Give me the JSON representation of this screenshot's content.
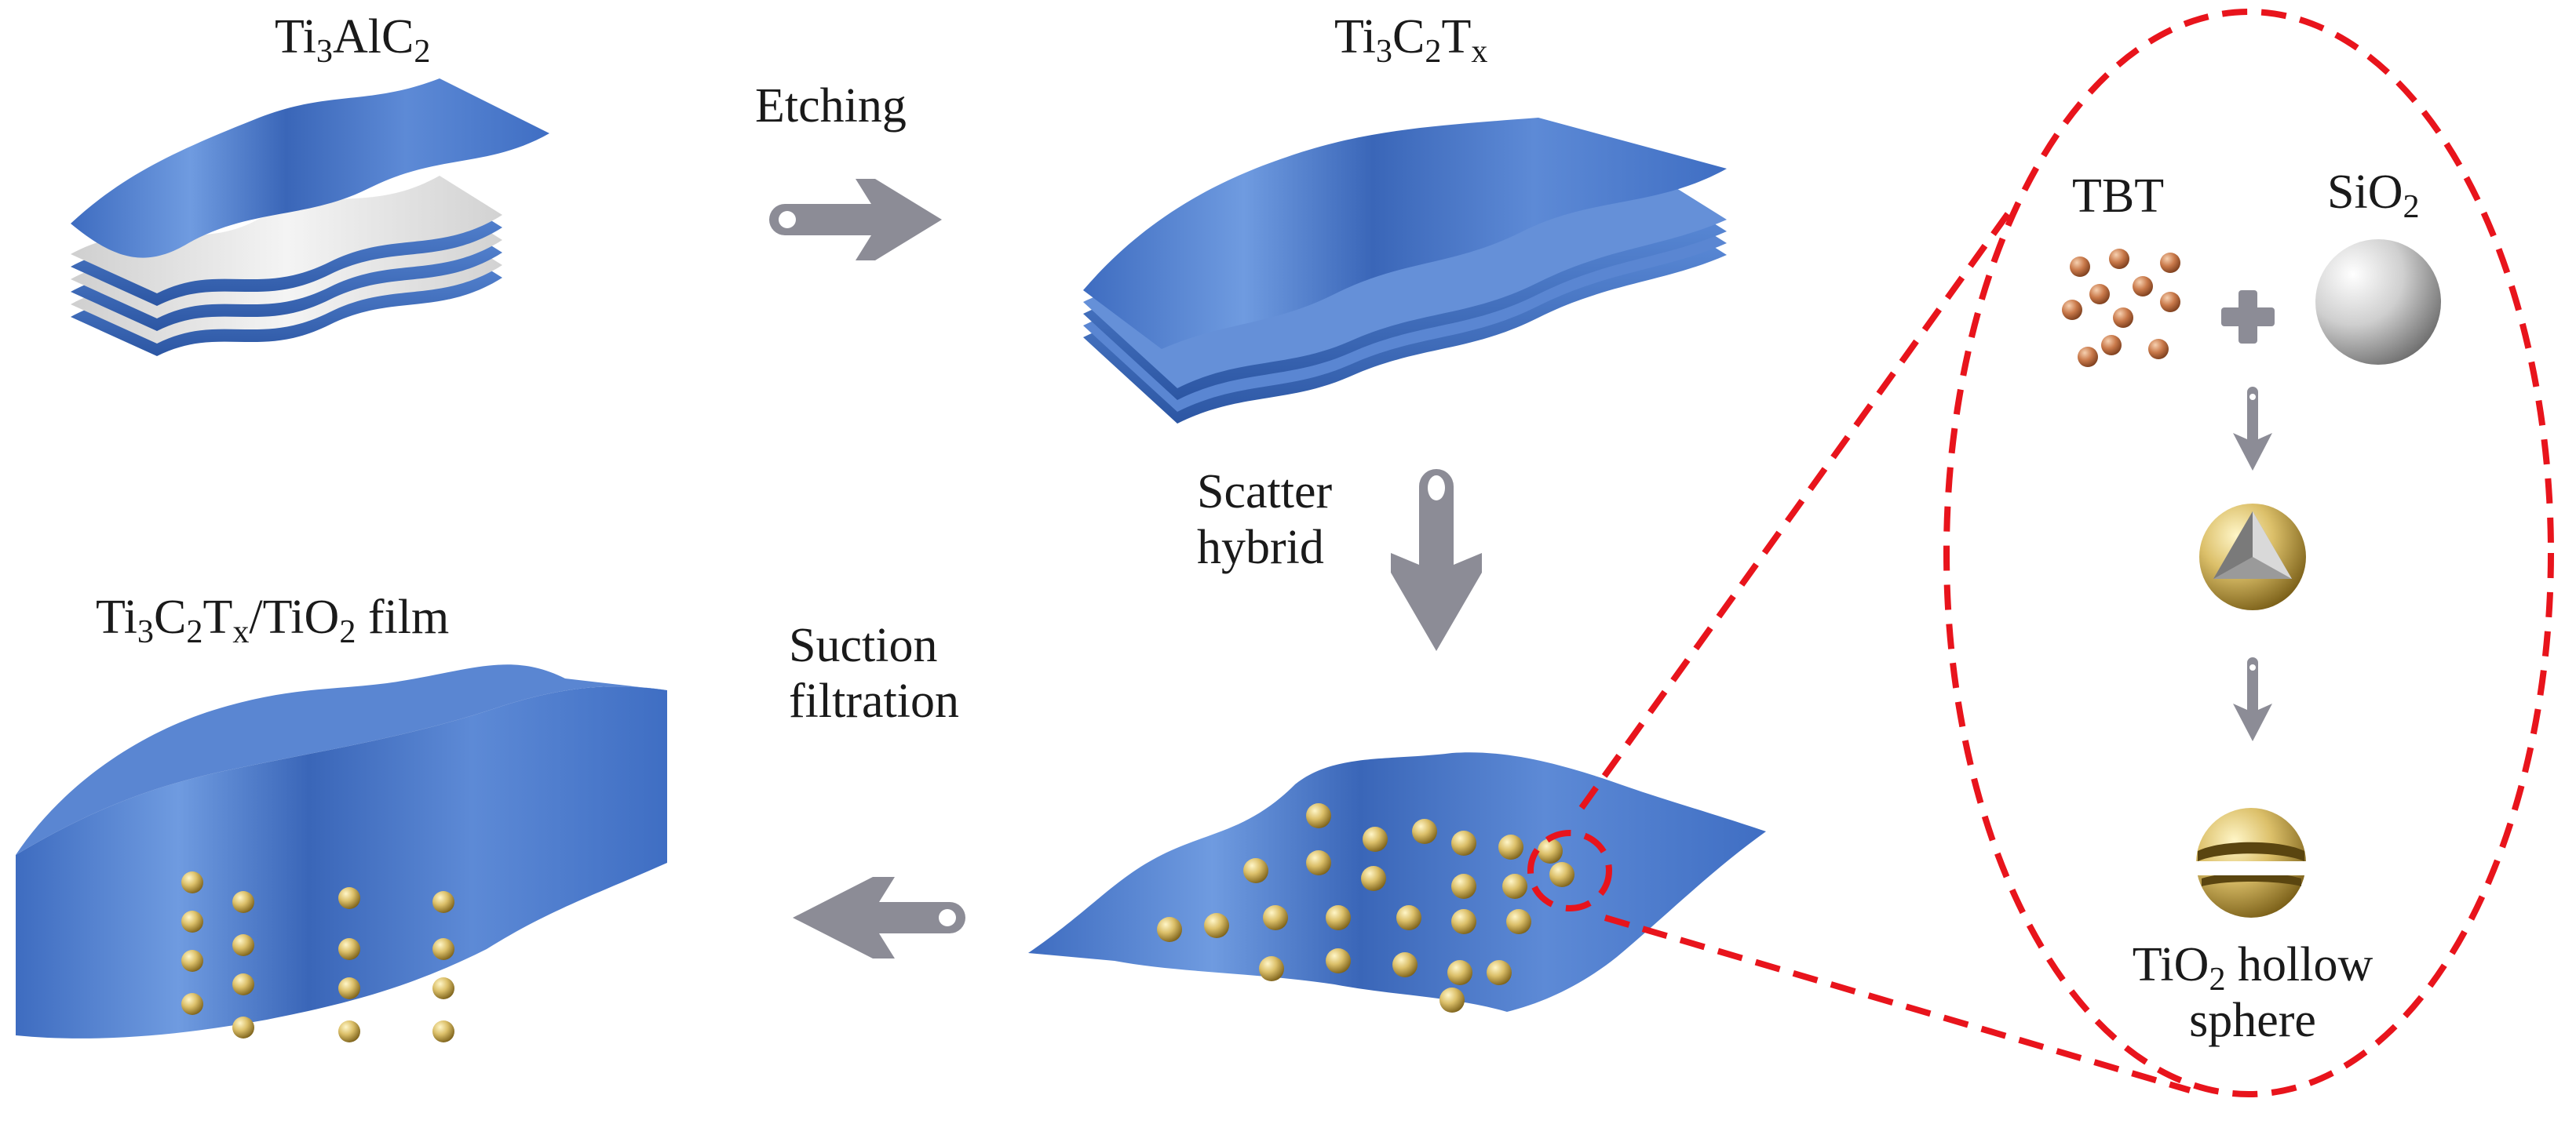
{
  "labels": {
    "ti3alc2": {
      "t1": "Ti",
      "s1": "3",
      "t2": "AlC",
      "s2": "2"
    },
    "etching": "Etching",
    "ti3c2tx": {
      "t1": "Ti",
      "s1": "3",
      "t2": "C",
      "s2": "2",
      "t3": "T",
      "s3": "x"
    },
    "scatter_hybrid": {
      "line1": "Scatter",
      "line2": "hybrid"
    },
    "suction_filtration": {
      "line1": "Suction",
      "line2": "filtration"
    },
    "film": {
      "t1": "Ti",
      "s1": "3",
      "t2": "C",
      "s2": "2",
      "t3": "T",
      "s3": "x",
      "t4": "/TiO",
      "s4": "2",
      "t5": " film"
    },
    "tbt": "TBT",
    "sio2": {
      "t1": "SiO",
      "s1": "2"
    },
    "tio2_hollow": {
      "line1a": "TiO",
      "line1s": "2",
      "line1b": " hollow",
      "line2": "sphere"
    }
  },
  "colors": {
    "sheet_blue": "#4a78c9",
    "sheet_blue_dark": "#2f5aa8",
    "sheet_white": "#e6e6e6",
    "arrow_gray": "#8c8c96",
    "dash_red": "#e8141c",
    "gold": "#c9a640",
    "copper": "#c8764a"
  }
}
